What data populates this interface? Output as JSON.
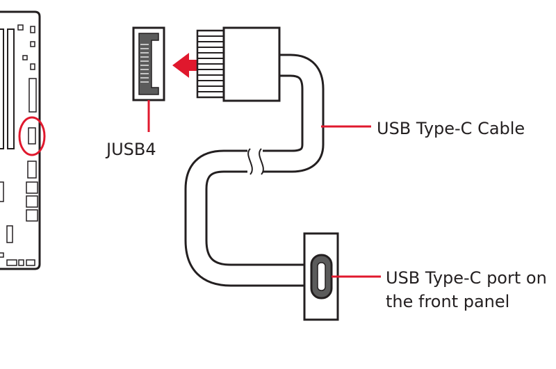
{
  "labels": {
    "connector": "JUSB4",
    "cable": "USB Type-C Cable",
    "port_line1": "USB Type-C port on",
    "port_line2": "the front panel"
  },
  "colors": {
    "line": "#231f20",
    "accent": "#e0182d",
    "fill": "#ffffff",
    "connector_gray": "#5b5b5b"
  }
}
